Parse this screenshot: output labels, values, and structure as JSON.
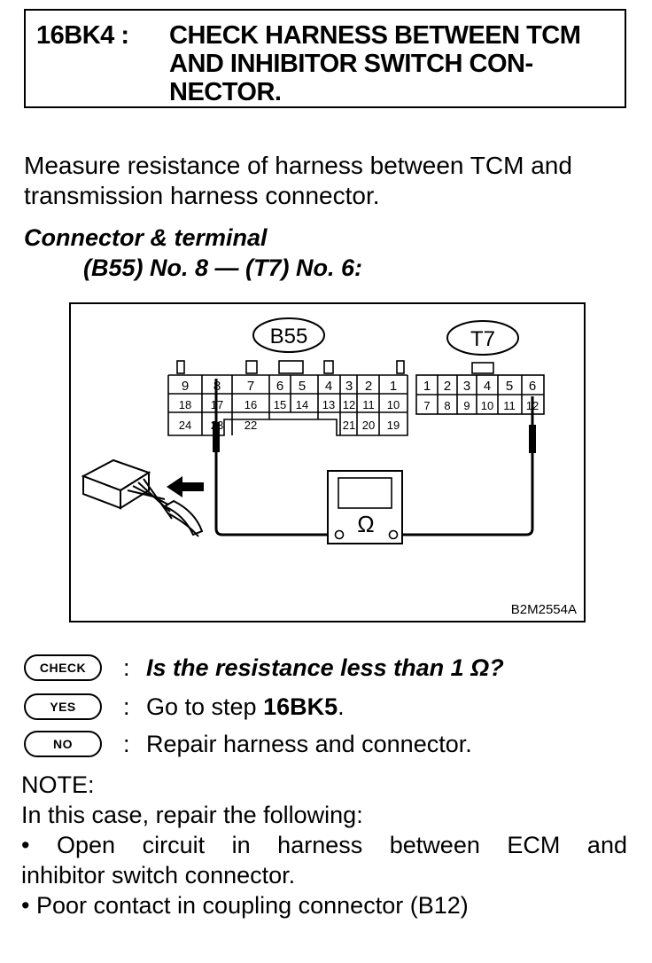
{
  "header": {
    "step": "16BK4 :",
    "title_lines": [
      "CHECK HARNESS BETWEEN TCM",
      "AND INHIBITOR SWITCH CON-",
      "NECTOR."
    ]
  },
  "intro": {
    "lines": [
      "Measure resistance of harness between TCM and",
      "transmission harness connector."
    ]
  },
  "connector": {
    "heading": "Connector & terminal",
    "terminals": "(B55) No. 8 — (T7) No. 6:"
  },
  "diagram": {
    "b55_label": "B55",
    "t7_label": "T7",
    "b55_rows": [
      [
        "9",
        "8",
        "7",
        "6",
        "5",
        "4",
        "3",
        "2",
        "1"
      ],
      [
        "18",
        "17",
        "16",
        "15",
        "14",
        "13",
        "12",
        "11",
        "10"
      ],
      [
        "24",
        "23",
        "22",
        "21",
        "20",
        "19"
      ]
    ],
    "t7_rows": [
      [
        "1",
        "2",
        "3",
        "4",
        "5",
        "6"
      ],
      [
        "7",
        "8",
        "9",
        "10",
        "11",
        "12"
      ]
    ],
    "meter_symbol": "Ω",
    "code": "B2M2554A"
  },
  "qa": {
    "check_badge": "CHECK",
    "check_text": "Is the resistance less than 1 Ω?",
    "yes_badge": "YES",
    "yes_prefix": "Go to step ",
    "yes_step": "16BK5",
    "yes_suffix": ".",
    "no_badge": "NO",
    "no_text": "Repair harness and connector.",
    "colon": ":"
  },
  "note": {
    "label": "NOTE:",
    "intro": "In this case, repair the following:",
    "bullet1_words": [
      "•",
      "Open",
      "circuit",
      "in",
      "harness",
      "between",
      "ECM",
      "and"
    ],
    "bullet1_line2": "inhibitor switch connector.",
    "bullet2": "•  Poor contact in coupling connector (B12)"
  }
}
